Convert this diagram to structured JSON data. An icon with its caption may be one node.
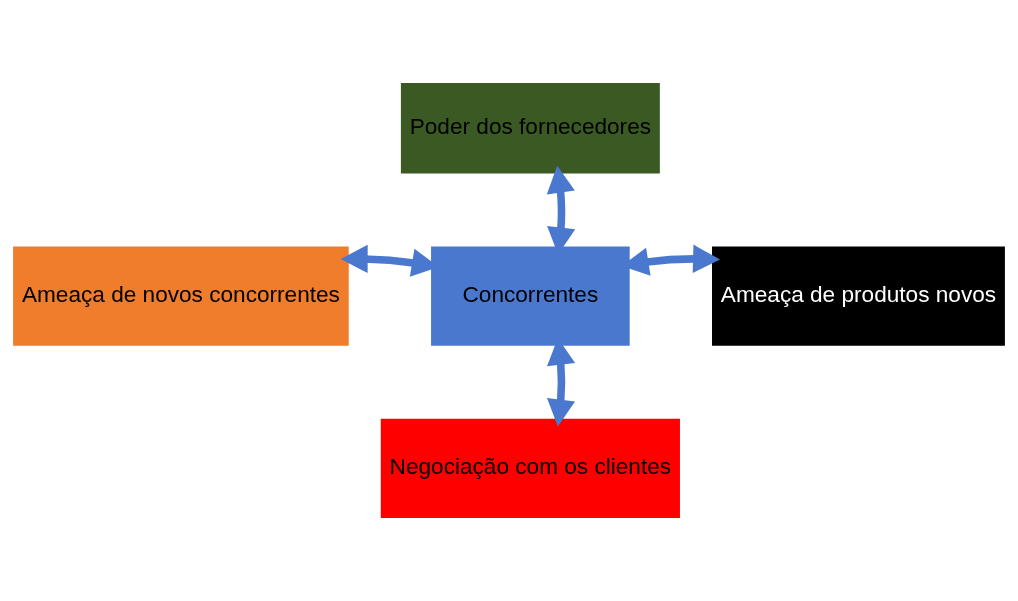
{
  "diagram": {
    "nodes": [
      {
        "text": [
          "Poder dos fornecedores"
        ]
      },
      {
        "text": [
          "Ameaça de novos concorrentes"
        ]
      },
      {
        "text": [
          "Concorrentes"
        ]
      },
      {
        "text": [
          "Ameaça de produtos novos"
        ]
      },
      {
        "text": [
          "Negociação com os clientes"
        ]
      }
    ],
    "edges": [
      {
        "from": 0,
        "to": 2,
        "arrow": "both"
      },
      {
        "from": 1,
        "to": 2,
        "arrow": "both"
      },
      {
        "from": 3,
        "to": 2,
        "arrow": "both"
      },
      {
        "from": 4,
        "to": 2,
        "arrow": "both"
      }
    ]
  }
}
